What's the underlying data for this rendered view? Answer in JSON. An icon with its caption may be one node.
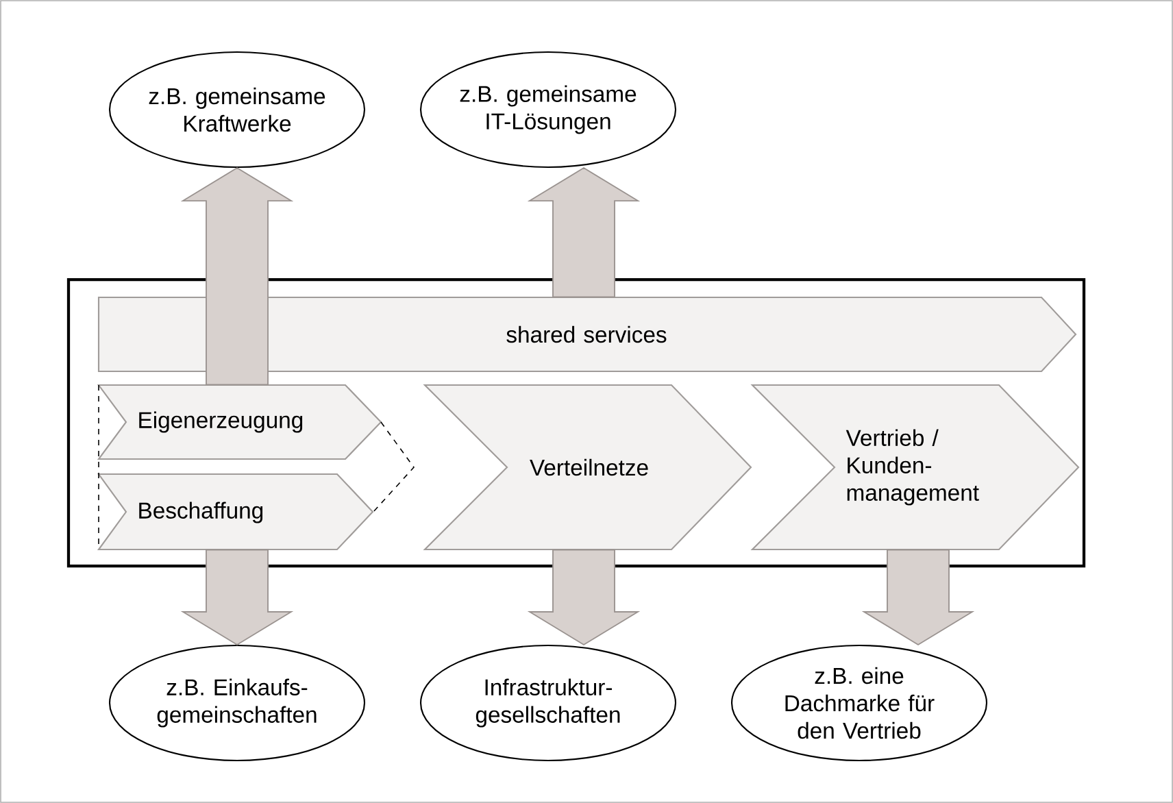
{
  "diagram": {
    "nodes": [
      {
        "text": [
          "z.B. gemeinsame Kraftwerke"
        ]
      },
      {
        "text": [
          "z.B. gemeinsame IT-Lösungen"
        ]
      },
      {
        "text": [],
        "shape": "box"
      },
      {
        "text": [
          "shared services"
        ],
        "in": 2
      },
      {
        "text": [
          "Eigenerzeugung"
        ],
        "in": 2
      },
      {
        "text": [
          "Beschaffung"
        ],
        "in": 2
      },
      {
        "text": [
          "Verteilnetze"
        ],
        "in": 2
      },
      {
        "text": [
          "Vertrieb / Kunden-management"
        ],
        "in": 2
      },
      {
        "text": [
          "z.B. Einkaufs-gemeinschaften"
        ]
      },
      {
        "text": [
          "Infrastruktur-gesellschaften"
        ]
      },
      {
        "text": [
          "z.B. eine Dachmarke für den Vertrieb"
        ]
      }
    ],
    "edges": [
      {
        "from": 4,
        "to": 0,
        "arrow": "to"
      },
      {
        "from": 3,
        "to": 1,
        "arrow": "to"
      },
      {
        "from": 5,
        "to": 8,
        "arrow": "to"
      },
      {
        "from": 6,
        "to": 9,
        "arrow": "to"
      },
      {
        "from": 7,
        "to": 10,
        "arrow": "to"
      }
    ]
  }
}
